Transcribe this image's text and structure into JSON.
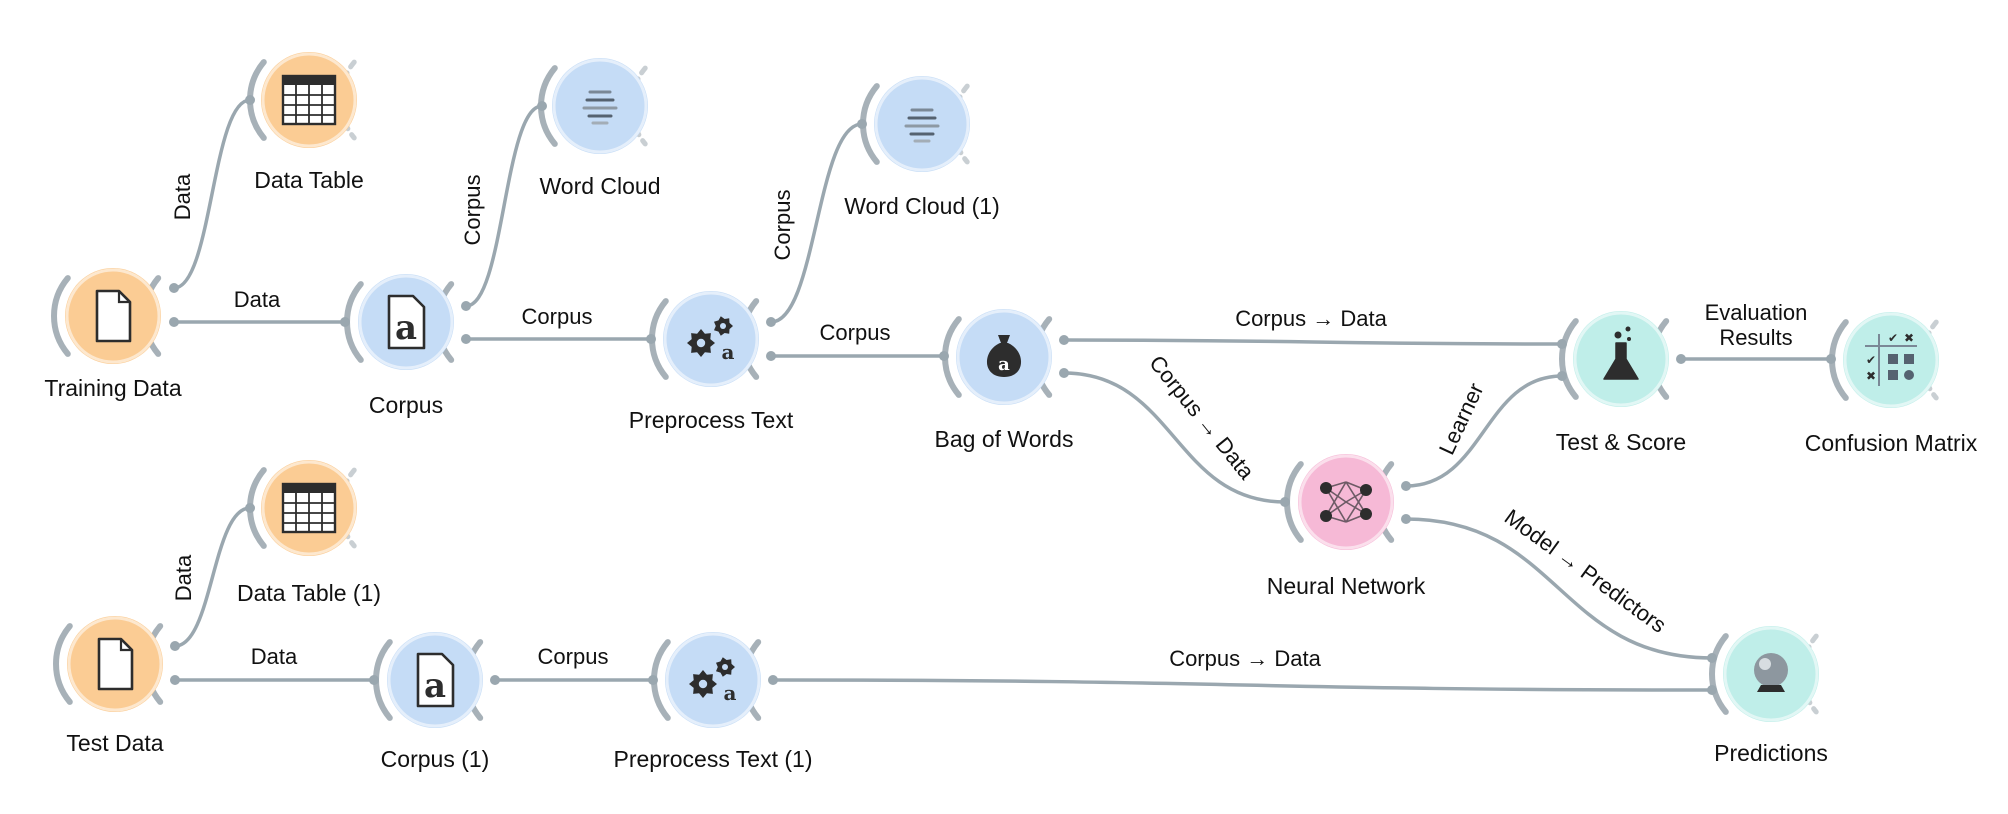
{
  "colors": {
    "data": "#fbcc94",
    "text": "#c5dcf6",
    "model": "#f6b9d6",
    "evaluate": "#bfeee9",
    "link": "#9aa7af",
    "icon": "#2d2d2d"
  },
  "nodes": [
    {
      "id": "training-data",
      "label": "Training Data",
      "category": "data",
      "icon": "file-icon"
    },
    {
      "id": "data-table",
      "label": "Data Table",
      "category": "data",
      "icon": "table-icon"
    },
    {
      "id": "corpus",
      "label": "Corpus",
      "category": "text",
      "icon": "corpus-icon"
    },
    {
      "id": "word-cloud",
      "label": "Word Cloud",
      "category": "text",
      "icon": "word-cloud-icon"
    },
    {
      "id": "preprocess-text",
      "label": "Preprocess Text",
      "category": "text",
      "icon": "gears-icon"
    },
    {
      "id": "word-cloud-1",
      "label": "Word Cloud (1)",
      "category": "text",
      "icon": "word-cloud-icon"
    },
    {
      "id": "bag-of-words",
      "label": "Bag of Words",
      "category": "text",
      "icon": "money-bag-icon"
    },
    {
      "id": "test-score",
      "label": "Test & Score",
      "category": "evaluate",
      "icon": "flask-icon"
    },
    {
      "id": "confusion-matrix",
      "label": "Confusion Matrix",
      "category": "evaluate",
      "icon": "matrix-icon"
    },
    {
      "id": "neural-network",
      "label": "Neural Network",
      "category": "model",
      "icon": "neural-network-icon"
    },
    {
      "id": "test-data",
      "label": "Test Data",
      "category": "data",
      "icon": "file-icon"
    },
    {
      "id": "data-table-1",
      "label": "Data Table (1)",
      "category": "data",
      "icon": "table-icon"
    },
    {
      "id": "corpus-1",
      "label": "Corpus (1)",
      "category": "text",
      "icon": "corpus-icon"
    },
    {
      "id": "preprocess-text-1",
      "label": "Preprocess Text (1)",
      "category": "text",
      "icon": "gears-icon"
    },
    {
      "id": "predictions",
      "label": "Predictions",
      "category": "evaluate",
      "icon": "crystal-ball-icon"
    }
  ],
  "links": [
    {
      "id": "l1",
      "from": "training-data",
      "to": "data-table",
      "label": "Data"
    },
    {
      "id": "l2",
      "from": "training-data",
      "to": "corpus",
      "label": "Data"
    },
    {
      "id": "l3",
      "from": "corpus",
      "to": "word-cloud",
      "label": "Corpus"
    },
    {
      "id": "l4",
      "from": "corpus",
      "to": "preprocess-text",
      "label": "Corpus"
    },
    {
      "id": "l5",
      "from": "preprocess-text",
      "to": "word-cloud-1",
      "label": "Corpus"
    },
    {
      "id": "l6",
      "from": "preprocess-text",
      "to": "bag-of-words",
      "label": "Corpus"
    },
    {
      "id": "l7",
      "from": "bag-of-words",
      "to": "test-score",
      "label": "Corpus → Data"
    },
    {
      "id": "l8",
      "from": "bag-of-words",
      "to": "neural-network",
      "label": "Corpus → Data"
    },
    {
      "id": "l9",
      "from": "neural-network",
      "to": "test-score",
      "label": "Learner"
    },
    {
      "id": "l10",
      "from": "test-score",
      "to": "confusion-matrix",
      "label": "Evaluation Results"
    },
    {
      "id": "l11",
      "from": "neural-network",
      "to": "predictions",
      "label": "Model → Predictors"
    },
    {
      "id": "l12",
      "from": "test-data",
      "to": "data-table-1",
      "label": "Data"
    },
    {
      "id": "l13",
      "from": "test-data",
      "to": "corpus-1",
      "label": "Data"
    },
    {
      "id": "l14",
      "from": "corpus-1",
      "to": "preprocess-text-1",
      "label": "Corpus"
    },
    {
      "id": "l15",
      "from": "preprocess-text-1",
      "to": "predictions",
      "label": "Corpus → Data"
    }
  ]
}
